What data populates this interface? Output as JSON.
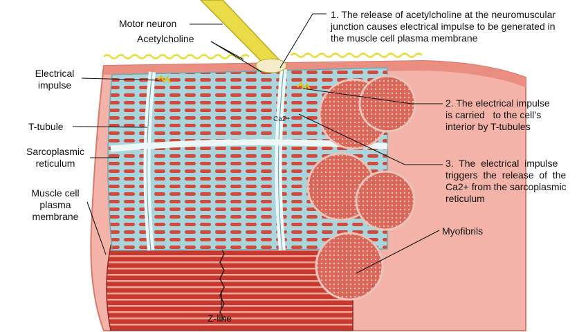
{
  "labels": {
    "motor_neuron": "Motor neuron",
    "acetylcholine": "Acetylcholine",
    "electrical_impulse_l1": "Electrical",
    "electrical_impulse_l2": "impulse",
    "t_tubule": "T-tubule",
    "sarcoplasmic_l1": "Sarcoplasmic",
    "sarcoplasmic_l2": "reticulum",
    "membrane_l1": "Muscle cell",
    "membrane_l2": "plasma",
    "membrane_l3": "membrane",
    "ca2": "Ca2+",
    "myofibrils": "Myofibrils",
    "z_line": "Z-line"
  },
  "steps": {
    "step1_l1": "1. The release of acetylcholine at the neuromuscular",
    "step1_l2": "junction causes electrical impulse to be generated in",
    "step1_l3": "the muscle cell plasma membrane",
    "step2_l1": "2. The electrical impulse",
    "step2_l2": "is carried   to the cell’s",
    "step2_l3": "interior by T-tubules",
    "step3_l1": "3.  The  electrical  impulse",
    "step3_l2": "triggers  the  release  of  the",
    "step3_l3": "Ca2+ from the sarcoplasmic",
    "step3_l4": "reticulum"
  },
  "colors": {
    "membrane": "#f3b3a8",
    "membrane_edge": "#d9776a",
    "muscle_red": "#d8473a",
    "muscle_dark": "#9e2a22",
    "reticulum": "#b7dde3",
    "reticulum_edge": "#6ea9b3",
    "neuron": "#e9dc46",
    "acetylcholine": "#e6df3a",
    "leader": "#111111"
  }
}
